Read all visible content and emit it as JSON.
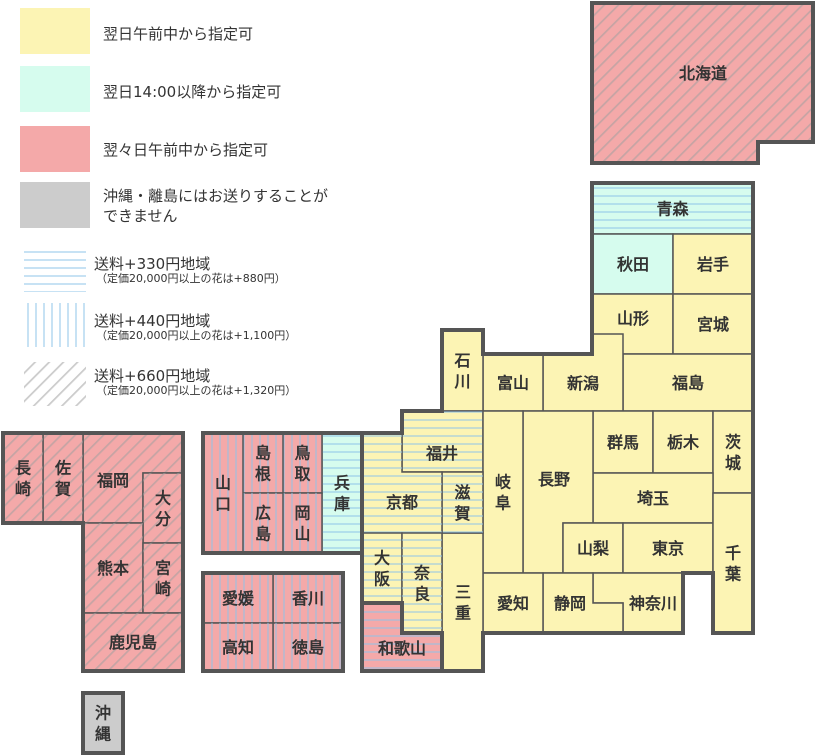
{
  "colors": {
    "next_morning": "#fcf4b4",
    "next_afternoon": "#d6fcee",
    "two_days": "#f4a9a9",
    "unavailable": "#cccccc",
    "border": "#555555"
  },
  "legend": {
    "next_morning": "翌日午前中から指定可",
    "next_afternoon": "翌日14:00以降から指定可",
    "two_days": "翌々日午前中から指定可",
    "unavailable_line1": "沖縄・離島にはお送りすることが",
    "unavailable_line2": "できません",
    "fee330": "送料+330円地域",
    "fee330_note": "（定価20,000円以上の花は+880円）",
    "fee440": "送料+440円地域",
    "fee440_note": "（定価20,000円以上の花は+1,100円）",
    "fee660": "送料+660円地域",
    "fee660_note": "（定価20,000円以上の花は+1,320円）"
  },
  "regions": [
    {
      "id": "hokkaido",
      "name": "北海道",
      "zone": "two_days",
      "fee": "660"
    },
    {
      "id": "aomori",
      "name": "青森",
      "zone": "next_afternoon",
      "fee": "330"
    },
    {
      "id": "akita",
      "name": "秋田",
      "zone": "next_afternoon",
      "fee": "none"
    },
    {
      "id": "iwate",
      "name": "岩手",
      "zone": "next_morning",
      "fee": "none"
    },
    {
      "id": "yamagata",
      "name": "山形",
      "zone": "next_morning",
      "fee": "none"
    },
    {
      "id": "miyagi",
      "name": "宮城",
      "zone": "next_morning",
      "fee": "none"
    },
    {
      "id": "fukushima",
      "name": "福島",
      "zone": "next_morning",
      "fee": "none"
    },
    {
      "id": "niigata",
      "name": "新潟",
      "zone": "next_morning",
      "fee": "none"
    },
    {
      "id": "toyama",
      "name": "富山",
      "zone": "next_morning",
      "fee": "none"
    },
    {
      "id": "ishikawa",
      "name": "石川",
      "zone": "next_morning",
      "fee": "none"
    },
    {
      "id": "fukui",
      "name": "福井",
      "zone": "next_morning",
      "fee": "330"
    },
    {
      "id": "gunma",
      "name": "群馬",
      "zone": "next_morning",
      "fee": "none"
    },
    {
      "id": "tochigi",
      "name": "栃木",
      "zone": "next_morning",
      "fee": "none"
    },
    {
      "id": "ibaraki",
      "name": "茨城",
      "zone": "next_morning",
      "fee": "none"
    },
    {
      "id": "saitama",
      "name": "埼玉",
      "zone": "next_morning",
      "fee": "none"
    },
    {
      "id": "nagano",
      "name": "長野",
      "zone": "next_morning",
      "fee": "none"
    },
    {
      "id": "gifu",
      "name": "岐阜",
      "zone": "next_morning",
      "fee": "none"
    },
    {
      "id": "yamanashi",
      "name": "山梨",
      "zone": "next_morning",
      "fee": "none"
    },
    {
      "id": "tokyo",
      "name": "東京",
      "zone": "next_morning",
      "fee": "none"
    },
    {
      "id": "chiba",
      "name": "千葉",
      "zone": "next_morning",
      "fee": "none"
    },
    {
      "id": "kanagawa",
      "name": "神奈川",
      "zone": "next_morning",
      "fee": "none"
    },
    {
      "id": "shizuoka",
      "name": "静岡",
      "zone": "next_morning",
      "fee": "none"
    },
    {
      "id": "aichi",
      "name": "愛知",
      "zone": "next_morning",
      "fee": "none"
    },
    {
      "id": "mie",
      "name": "三重",
      "zone": "next_morning",
      "fee": "none"
    },
    {
      "id": "shiga",
      "name": "滋賀",
      "zone": "next_morning",
      "fee": "330"
    },
    {
      "id": "kyoto",
      "name": "京都",
      "zone": "next_morning",
      "fee": "330"
    },
    {
      "id": "osaka",
      "name": "大阪",
      "zone": "next_morning",
      "fee": "330"
    },
    {
      "id": "nara",
      "name": "奈良",
      "zone": "next_morning",
      "fee": "330"
    },
    {
      "id": "wakayama",
      "name": "和歌山",
      "zone": "two_days",
      "fee": "330"
    },
    {
      "id": "hyogo",
      "name": "兵庫",
      "zone": "next_afternoon",
      "fee": "330"
    },
    {
      "id": "tottori",
      "name": "鳥取",
      "zone": "two_days",
      "fee": "440"
    },
    {
      "id": "shimane",
      "name": "島根",
      "zone": "two_days",
      "fee": "440"
    },
    {
      "id": "okayama",
      "name": "岡山",
      "zone": "two_days",
      "fee": "440"
    },
    {
      "id": "hiroshima",
      "name": "広島",
      "zone": "two_days",
      "fee": "440"
    },
    {
      "id": "yamaguchi",
      "name": "山口",
      "zone": "two_days",
      "fee": "440"
    },
    {
      "id": "kagawa",
      "name": "香川",
      "zone": "two_days",
      "fee": "440"
    },
    {
      "id": "ehime",
      "name": "愛媛",
      "zone": "two_days",
      "fee": "440"
    },
    {
      "id": "tokushima",
      "name": "徳島",
      "zone": "two_days",
      "fee": "440"
    },
    {
      "id": "kochi",
      "name": "高知",
      "zone": "two_days",
      "fee": "440"
    },
    {
      "id": "fukuoka",
      "name": "福岡",
      "zone": "two_days",
      "fee": "660"
    },
    {
      "id": "saga",
      "name": "佐賀",
      "zone": "two_days",
      "fee": "660"
    },
    {
      "id": "nagasaki",
      "name": "長崎",
      "zone": "two_days",
      "fee": "660"
    },
    {
      "id": "oita",
      "name": "大分",
      "zone": "two_days",
      "fee": "660"
    },
    {
      "id": "kumamoto",
      "name": "熊本",
      "zone": "two_days",
      "fee": "660"
    },
    {
      "id": "miyazaki",
      "name": "宮崎",
      "zone": "two_days",
      "fee": "660"
    },
    {
      "id": "kagoshima",
      "name": "鹿児島",
      "zone": "two_days",
      "fee": "660"
    },
    {
      "id": "okinawa",
      "name": "沖縄",
      "zone": "unavailable",
      "fee": "none"
    }
  ]
}
